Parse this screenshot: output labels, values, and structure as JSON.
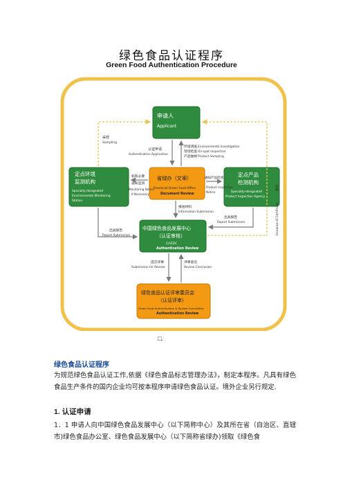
{
  "document": {
    "title_cn": "绿色食品认证程序",
    "title_en": "Green Food Authentication Procedure",
    "figure_mark": "□.",
    "section_title": "绿色食品认证程序",
    "intro": "为规范绿色食品认证工作,依据《绿色食品标志管理办法》，制定本程序。凡具有绿色食品生产条件的国内企业均可按本程序申请绿色食品认证。境外企业另行规定.",
    "heading_1": "1. 认证申请",
    "paragraph_1": "1．1 申请人向中国绿色食品发展中心（以下简称中心）及其所在省（自治区、直辖市)绿色食品办公室、绿色食品发展中心（以下简称省绿办)领取《绿色食"
  },
  "diagram": {
    "applicant": {
      "cn": "申请人",
      "en": "Applicant"
    },
    "env_station": {
      "cn1": "定点环境",
      "cn2": "监测机构",
      "en1": "Specialty-designated",
      "en2": "Environmental Monitoring",
      "en3": "Station"
    },
    "provincial": {
      "cn": "省绿办（文审）",
      "en1": "Provincial Green Food Office",
      "en2": "Document Review"
    },
    "product_agency": {
      "cn1": "定点产品",
      "cn2": "检测机构",
      "en1": "Specialty-designated",
      "en2": "Product Inspection Agency"
    },
    "cgfdc": {
      "cn1": "中国绿色食品发展中心",
      "cn2": "（认证审核）",
      "en1": "CGFDC",
      "en2": "Authentication Review"
    },
    "committee": {
      "cn1": "绿色食品认证评审委员会",
      "cn2": "（认证评审）",
      "en1": "Green Food Authentication & Review Committee",
      "en2": "Authentication Review"
    },
    "labels": {
      "sampling_cn": "采样",
      "sampling_en": "Sampling",
      "auth_app_cn": "认证申请",
      "auth_app_en": "Authentication Application",
      "env_insp_cn": "环境调查",
      "env_insp_en": "Environmental Investigation",
      "onsite_cn": "现场检查",
      "onsite_en": "On-spot Inspection",
      "prod_samp_cn": "产品抽样",
      "prod_samp_en": "Product Sampling",
      "monitor_cn1": "如有必要",
      "monitor_cn2": "通知监测",
      "monitor_en1": "Monitoring Notice",
      "monitor_en2": "If Necessary",
      "prod_notice_cn": "通知产品检测",
      "prod_notice_en1": "Product Inspection",
      "prod_notice_en2": "Notice",
      "info_sub_cn": "报送材料",
      "info_sub_en": "Information Submission",
      "report_l_cn": "出具报告",
      "report_l_en": "Report Submission",
      "report_r_cn": "出具报告",
      "report_r_en": "Report Submission",
      "submit_review_cn": "提交评审",
      "submit_review_en": "Submission for Review",
      "review_concl_cn": "评审意见",
      "review_concl_en": "Review Conclusion",
      "cert_cn": "颁证",
      "cert_en": "Issuance of Certificate"
    }
  }
}
